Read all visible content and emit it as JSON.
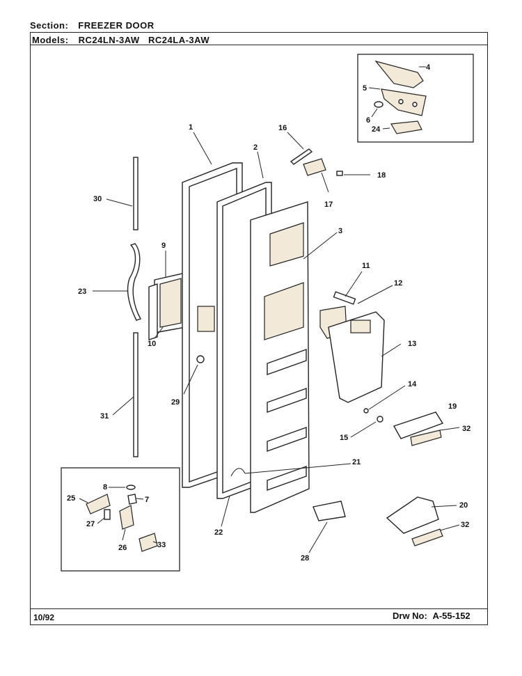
{
  "header": {
    "section_label": "Section:",
    "section_value": "FREEZER DOOR",
    "models_label": "Models:",
    "models_value": "RC24LN-3AW   RC24LA-3AW"
  },
  "footer": {
    "date": "10/92",
    "drawing_label": "Drw No:",
    "drawing_number": "A-55-152"
  },
  "callouts": {
    "c1": "1",
    "c2": "2",
    "c3": "3",
    "c4": "4",
    "c5": "5",
    "c6": "6",
    "c7": "7",
    "c8": "8",
    "c9": "9",
    "c10": "10",
    "c11": "11",
    "c12": "12",
    "c13": "13",
    "c14": "14",
    "c15": "15",
    "c16": "16",
    "c17": "17",
    "c18": "18",
    "c19": "19",
    "c20": "20",
    "c21": "21",
    "c22": "22",
    "c23": "23",
    "c24": "24",
    "c25": "25",
    "c26": "26",
    "c27": "27",
    "c28": "28",
    "c29": "29",
    "c30": "30",
    "c31": "31",
    "c32a": "32",
    "c32b": "32",
    "c33": "33"
  }
}
